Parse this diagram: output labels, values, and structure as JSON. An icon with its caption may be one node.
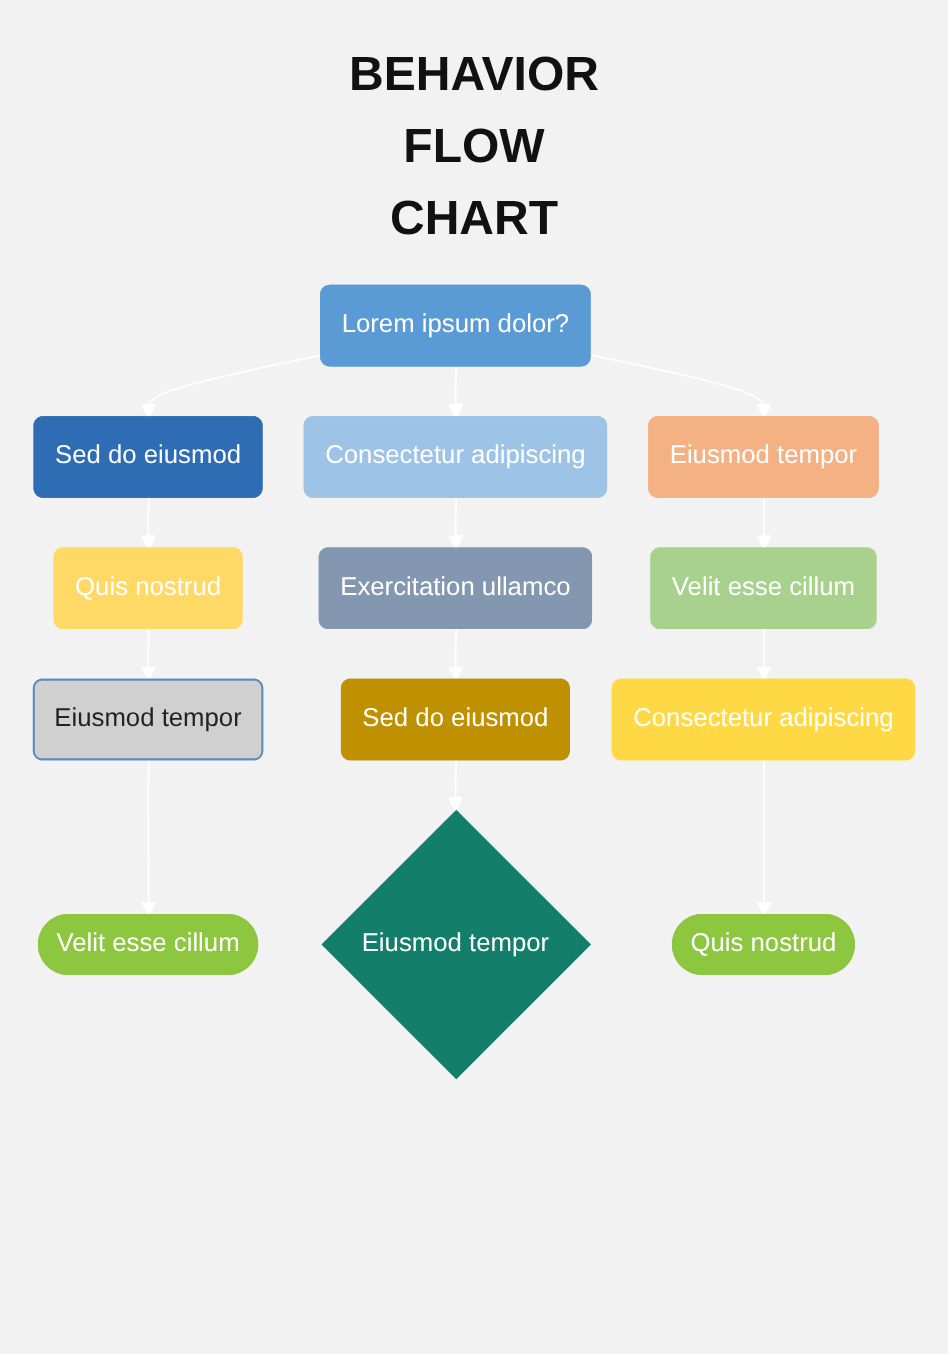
{
  "diagram": {
    "title": "BEHAVIOR FLOW CHART",
    "nodes": [
      {
        "text": [
          "Lorem ipsum dolor?"
        ]
      },
      {
        "text": [
          "Sed do eiusmod"
        ]
      },
      {
        "text": [
          "Consectetur adipiscing"
        ]
      },
      {
        "text": [
          "Eiusmod tempor"
        ]
      },
      {
        "text": [
          "Quis nostrud"
        ]
      },
      {
        "text": [
          "Exercitation ullamco"
        ]
      },
      {
        "text": [
          "Velit esse cillum"
        ]
      },
      {
        "text": [
          "Eiusmod tempor"
        ]
      },
      {
        "text": [
          "Sed do eiusmod"
        ]
      },
      {
        "text": [
          "Consectetur adipiscing"
        ]
      },
      {
        "text": [
          "Velit esse cillum"
        ]
      },
      {
        "text": [
          "Eiusmod tempor"
        ]
      },
      {
        "text": [
          "Quis nostrud"
        ]
      }
    ],
    "edges": [
      {
        "from": 0,
        "to": 1,
        "arrow": "to"
      },
      {
        "from": 0,
        "to": 2,
        "arrow": "to"
      },
      {
        "from": 0,
        "to": 3,
        "arrow": "to"
      },
      {
        "from": 1,
        "to": 4,
        "arrow": "to"
      },
      {
        "from": 2,
        "to": 5,
        "arrow": "to"
      },
      {
        "from": 3,
        "to": 6,
        "arrow": "to"
      },
      {
        "from": 4,
        "to": 7,
        "arrow": "to"
      },
      {
        "from": 5,
        "to": 8,
        "arrow": "to"
      },
      {
        "from": 6,
        "to": 9,
        "arrow": "to"
      },
      {
        "from": 7,
        "to": 10,
        "arrow": "to"
      },
      {
        "from": 8,
        "to": 11,
        "arrow": "to"
      },
      {
        "from": 9,
        "to": 12,
        "arrow": "to"
      }
    ]
  }
}
